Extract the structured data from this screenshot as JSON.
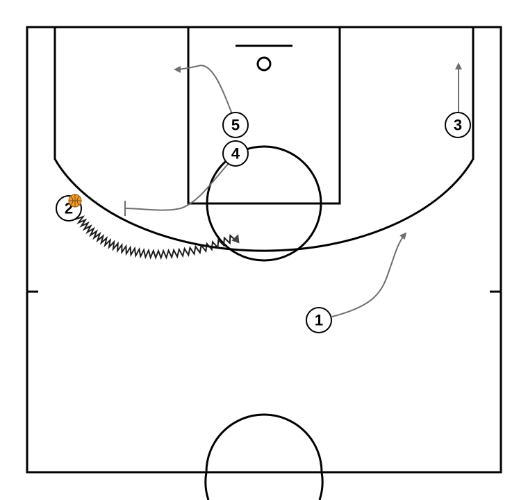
{
  "players": [
    {
      "id": "p1",
      "label": "1"
    },
    {
      "id": "p2",
      "label": "2"
    },
    {
      "id": "p3",
      "label": "3"
    },
    {
      "id": "p4",
      "label": "4"
    },
    {
      "id": "p5",
      "label": "5"
    }
  ],
  "ball_holder": "2",
  "colors": {
    "court_line": "#000000",
    "action_line": "#6e6e6e",
    "ball": "#f0a030"
  },
  "icons": {
    "ball": "basketball-icon"
  }
}
